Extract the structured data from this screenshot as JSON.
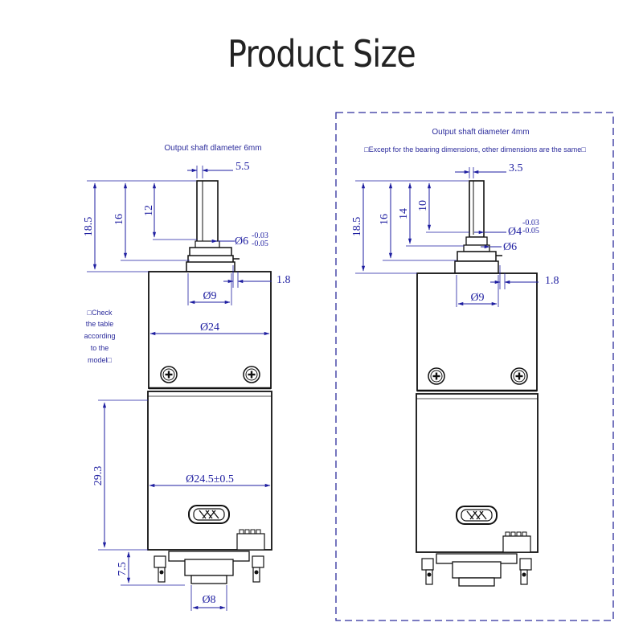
{
  "title": "Product Size",
  "left": {
    "caption": "Output shaft dlameter 6mm",
    "note_lines": [
      "□Check",
      "the table",
      "according",
      "to the",
      "model□"
    ],
    "dims": {
      "shaft_flat": "5.5",
      "overall_height": "18.5",
      "shaft_height": "16",
      "flat_length": "12",
      "shaft_dia": "Ø6",
      "shaft_tol_upper": "-0.03",
      "shaft_tol_lower": "-0.05",
      "boss": "1.8",
      "boss_dia": "Ø9",
      "gearbox_dia": "Ø24",
      "motor_length": "29.3",
      "motor_dia": "Ø24.5±0.5",
      "terminal_height": "7.5",
      "terminal_dia": "Ø8"
    }
  },
  "right": {
    "caption": "Output shaft diameter 4mm",
    "subcaption": "□Except for the bearing dimensions, other dimensions are the same□",
    "dims": {
      "shaft_flat": "3.5",
      "overall_height": "18.5",
      "shaft_height": "16",
      "bearing_height": "14",
      "flat_length": "10",
      "shaft_dia": "Ø4",
      "shaft_tol_upper": "-0.03",
      "shaft_tol_lower": "-0.05",
      "bearing_dia": "Ø6",
      "boss": "1.8",
      "boss_dia": "Ø9"
    }
  }
}
